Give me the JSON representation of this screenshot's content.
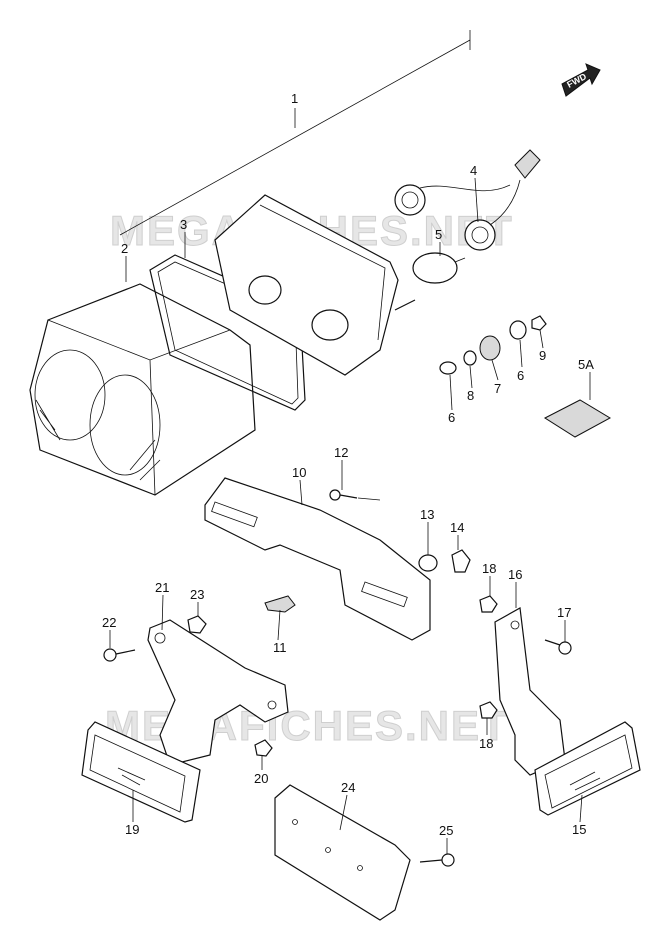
{
  "watermark": "MEGAFICHES.NET",
  "fwd_label": "FWD",
  "callouts": {
    "p1": "1",
    "p2": "2",
    "p3": "3",
    "p4": "4",
    "p5": "5",
    "p5a": "5A",
    "p6a": "6",
    "p6b": "6",
    "p7": "7",
    "p8": "8",
    "p9": "9",
    "p10": "10",
    "p11": "11",
    "p12": "12",
    "p13": "13",
    "p14": "14",
    "p15": "15",
    "p16": "16",
    "p17": "17",
    "p18a": "18",
    "p18b": "18",
    "p19": "19",
    "p20": "20",
    "p21": "21",
    "p22": "22",
    "p23": "23",
    "p24": "24",
    "p25": "25"
  }
}
